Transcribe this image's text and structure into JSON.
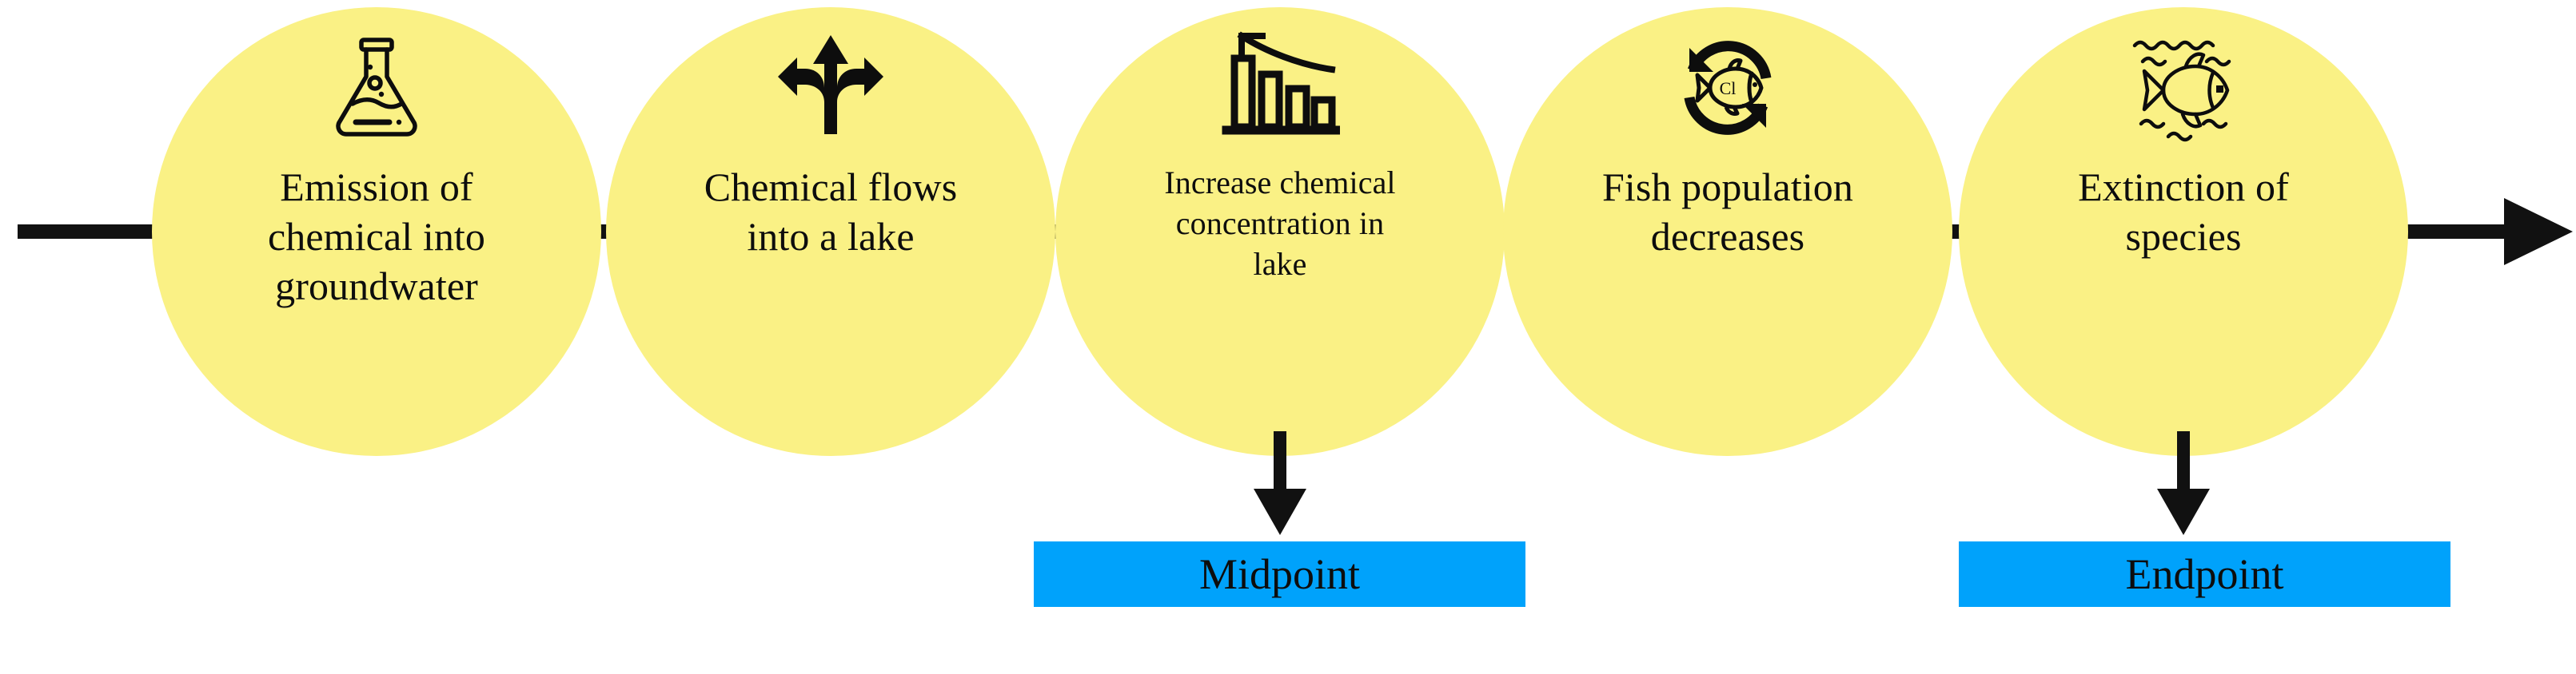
{
  "diagram": {
    "title": "Environmental impact pathway: midpoint and endpoint",
    "background_color": "#ffffff",
    "node_color": "#faf185",
    "box_color": "#00a2fb",
    "line_color": "#111111",
    "flow_direction": "left-to-right"
  },
  "nodes": [
    {
      "index": 1,
      "icon": "erlenmeyer-flask-icon",
      "label": "Emission of chemical into groundwater",
      "lines": [
        "Emission of",
        "chemical into",
        "groundwater"
      ]
    },
    {
      "index": 2,
      "icon": "three-way-arrow-icon",
      "label": "Chemical flows into a lake",
      "lines": [
        "Chemical flows",
        "into a lake"
      ]
    },
    {
      "index": 3,
      "icon": "declining-bar-chart-arrow-icon",
      "label": "Increase chemical concentration in lake",
      "lines": [
        "Increase chemical",
        "concentration in",
        "lake"
      ]
    },
    {
      "index": 4,
      "icon": "fish-cycle-arrows-icon",
      "label": "Fish population decreases",
      "lines": [
        "Fish population",
        "decreases"
      ]
    },
    {
      "index": 5,
      "icon": "fish-in-water-icon",
      "label": "Extinction of species",
      "lines": [
        "Extinction of",
        "species"
      ]
    }
  ],
  "boxes": [
    {
      "key": "midpoint",
      "label": "Midpoint",
      "source_node": 3
    },
    {
      "key": "endpoint",
      "label": "Endpoint",
      "source_node": 5
    }
  ]
}
